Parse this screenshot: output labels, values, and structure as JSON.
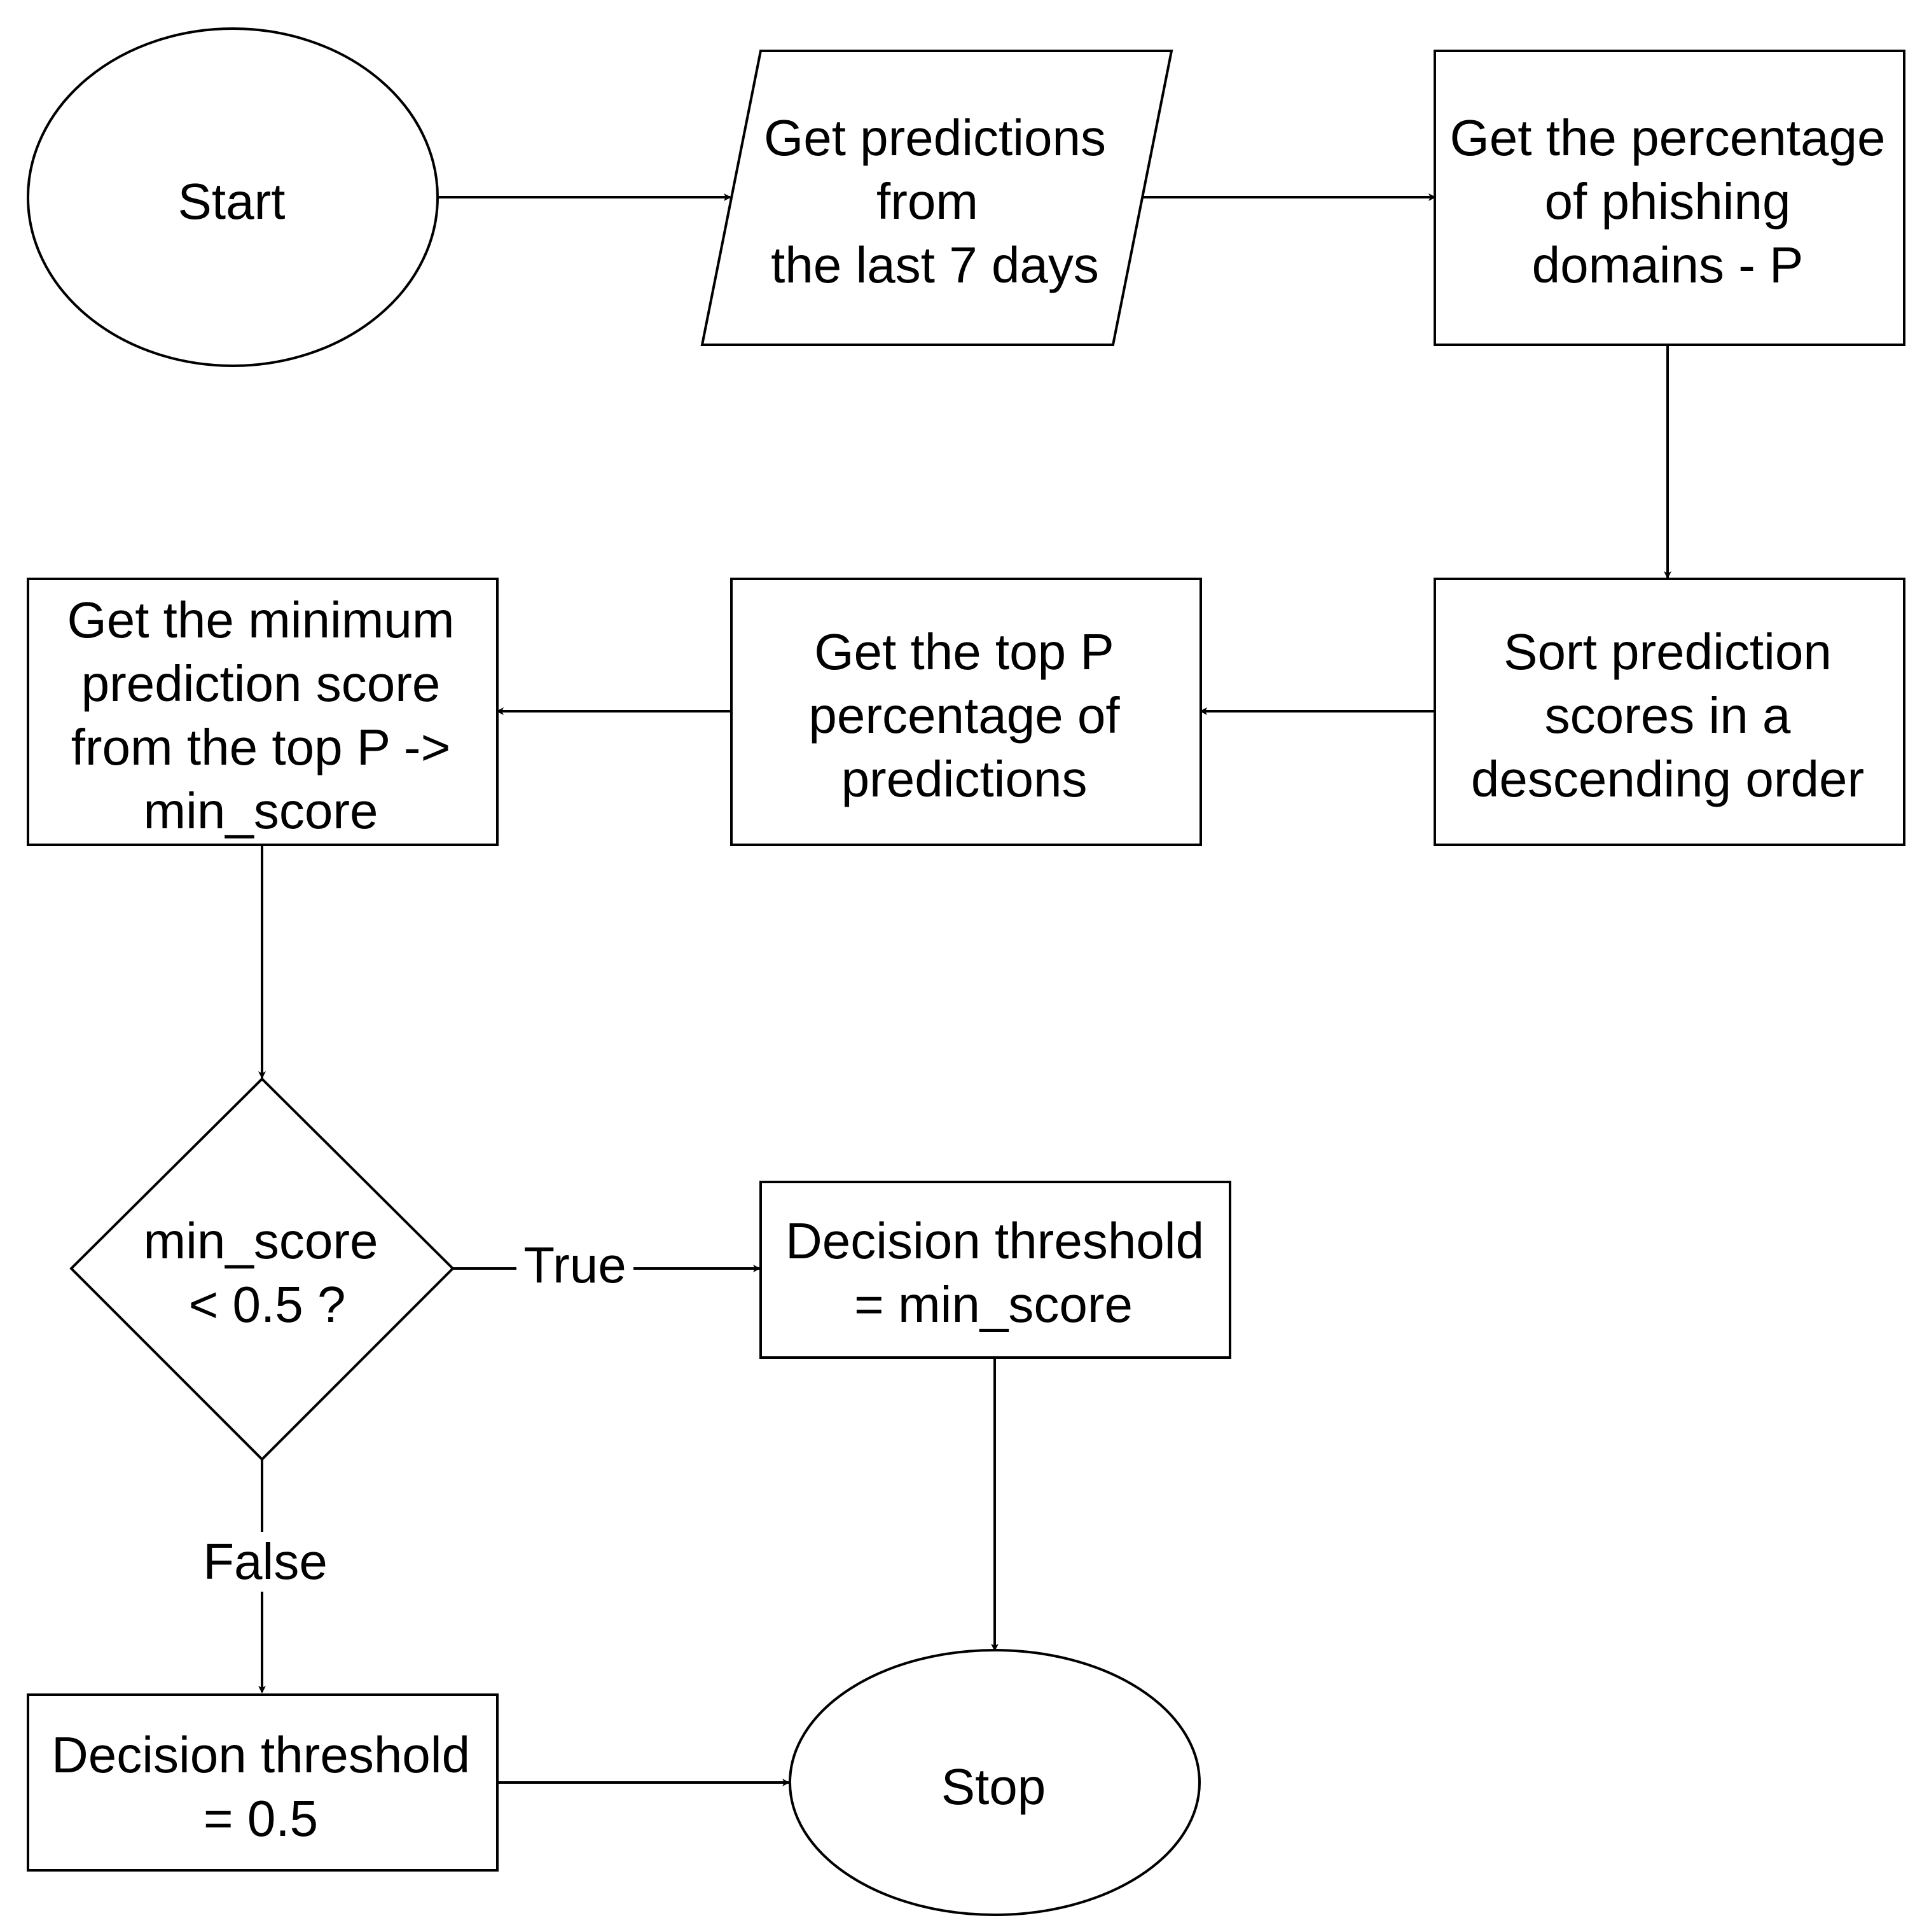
{
  "nodes": {
    "start": {
      "shape": "ellipse",
      "lines": [
        "Start"
      ]
    },
    "get_predictions": {
      "shape": "parallelogram",
      "lines": [
        "Get predictions",
        "from",
        "the last 7 days"
      ]
    },
    "get_percentage": {
      "shape": "rectangle",
      "lines": [
        "Get the percentage",
        "of phishing",
        "domains - P"
      ]
    },
    "sort_scores": {
      "shape": "rectangle",
      "lines": [
        "Sort prediction",
        "scores in a",
        "descending order"
      ]
    },
    "get_top_p": {
      "shape": "rectangle",
      "lines": [
        "Get the top P",
        "percentage of",
        "predictions"
      ]
    },
    "get_min_score": {
      "shape": "rectangle",
      "lines": [
        "Get the minimum",
        "prediction score",
        "from the top P ->",
        "min_score"
      ]
    },
    "decision": {
      "shape": "diamond",
      "lines": [
        "min_score",
        "< 0.5 ?"
      ]
    },
    "threshold_min_score": {
      "shape": "rectangle",
      "lines": [
        "Decision threshold",
        "= min_score"
      ]
    },
    "threshold_half": {
      "shape": "rectangle",
      "lines": [
        "Decision threshold",
        "= 0.5"
      ]
    },
    "stop": {
      "shape": "ellipse",
      "lines": [
        "Stop"
      ]
    }
  },
  "edges": [
    {
      "from": "start",
      "to": "get_predictions",
      "label": ""
    },
    {
      "from": "get_predictions",
      "to": "get_percentage",
      "label": ""
    },
    {
      "from": "get_percentage",
      "to": "sort_scores",
      "label": ""
    },
    {
      "from": "sort_scores",
      "to": "get_top_p",
      "label": ""
    },
    {
      "from": "get_top_p",
      "to": "get_min_score",
      "label": ""
    },
    {
      "from": "get_min_score",
      "to": "decision",
      "label": ""
    },
    {
      "from": "decision",
      "to": "threshold_min_score",
      "label": "True"
    },
    {
      "from": "decision",
      "to": "threshold_half",
      "label": "False"
    },
    {
      "from": "threshold_min_score",
      "to": "stop",
      "label": ""
    },
    {
      "from": "threshold_half",
      "to": "stop",
      "label": ""
    }
  ]
}
